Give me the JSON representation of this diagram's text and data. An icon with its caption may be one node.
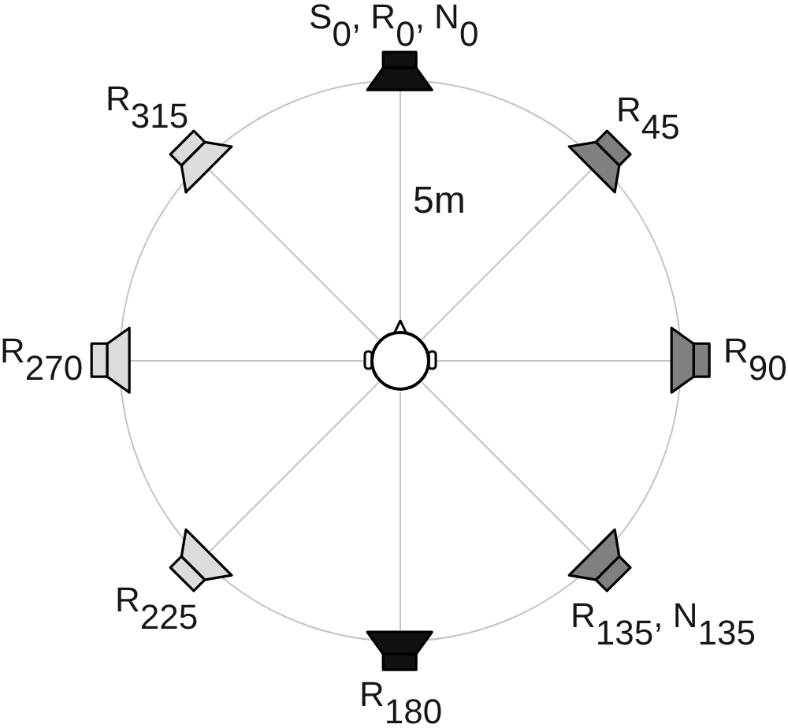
{
  "diagram": {
    "nodes": [
      {
        "text": [],
        "shape": "speaker",
        "beside": [
          "S$_{0}$, R$_{0}$, N$_{0}$"
        ]
      },
      {
        "text": [],
        "shape": "speaker",
        "beside": [
          "R$_{315}$"
        ]
      },
      {
        "text": [],
        "shape": "speaker",
        "beside": [
          "R$_{45}$"
        ]
      },
      {
        "text": [],
        "shape": "speaker",
        "beside": [
          "R$_{270}$"
        ]
      },
      {
        "text": [],
        "shape": "person"
      },
      {
        "text": [],
        "shape": "speaker",
        "beside": [
          "R$_{90}$"
        ]
      },
      {
        "text": [],
        "shape": "speaker",
        "beside": [
          "R$_{225}$"
        ]
      },
      {
        "text": [],
        "shape": "speaker",
        "beside": [
          "R$_{135}$, N$_{135}$"
        ]
      },
      {
        "text": [],
        "shape": "speaker",
        "beside": [
          "R$_{180}$"
        ]
      }
    ],
    "edges": [
      {
        "from": 4,
        "to": 0,
        "arrow": "none"
      },
      {
        "from": 4,
        "to": 1,
        "arrow": "none"
      },
      {
        "from": 4,
        "to": 2,
        "arrow": "none"
      },
      {
        "from": 4,
        "to": 3,
        "arrow": "none"
      },
      {
        "from": 4,
        "to": 5,
        "arrow": "none"
      },
      {
        "from": 4,
        "to": 6,
        "arrow": "none"
      },
      {
        "from": 4,
        "to": 7,
        "arrow": "none"
      },
      {
        "from": 4,
        "to": 8,
        "arrow": "none"
      }
    ],
    "labels": [
      "5m"
    ]
  }
}
